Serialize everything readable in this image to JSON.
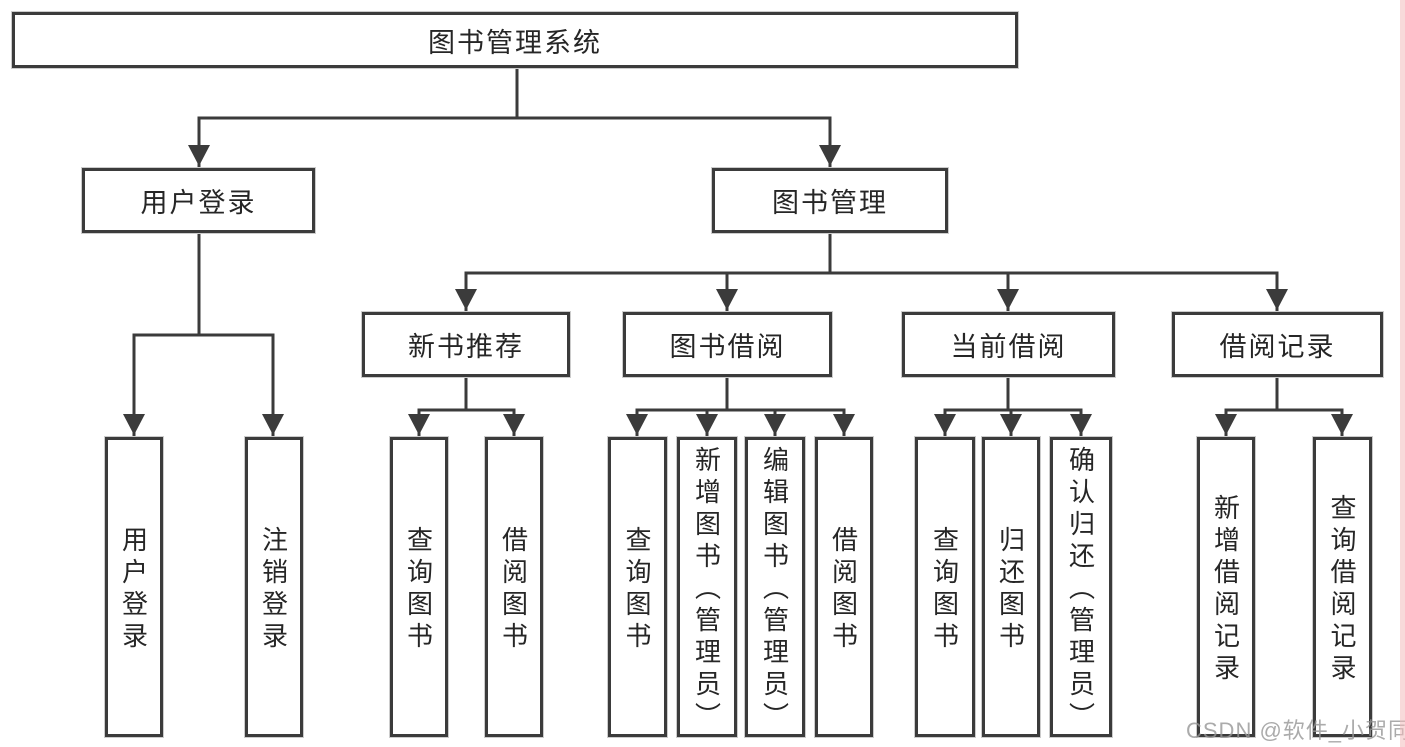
{
  "diagram": {
    "root": {
      "label": "图书管理系统"
    },
    "level2": [
      {
        "label": "用户登录",
        "children": [
          {
            "label": "用户登录"
          },
          {
            "label": "注销登录"
          }
        ]
      },
      {
        "label": "图书管理"
      }
    ],
    "level3": [
      {
        "label": "新书推荐",
        "children": [
          {
            "label": "查询图书"
          },
          {
            "label": "借阅图书"
          }
        ]
      },
      {
        "label": "图书借阅",
        "children": [
          {
            "label": "查询图书"
          },
          {
            "label": "新增图书（管理员）"
          },
          {
            "label": "编辑图书（管理员）"
          },
          {
            "label": "借阅图书"
          }
        ]
      },
      {
        "label": "当前借阅",
        "children": [
          {
            "label": "查询图书"
          },
          {
            "label": "归还图书"
          },
          {
            "label": "确认归还（管理员）"
          }
        ]
      },
      {
        "label": "借阅记录",
        "children": [
          {
            "label": "新增借阅记录"
          },
          {
            "label": "查询借阅记录"
          }
        ]
      }
    ]
  },
  "watermark": {
    "text": "CSDN @软件_小贺同学"
  },
  "colors": {
    "line": "#3b3b3b",
    "node_border": "#3b3b3b",
    "node_background": "#ffffff",
    "text": "#262626",
    "watermark": "#969696",
    "right_edge_strip": "#f2bcbc"
  }
}
